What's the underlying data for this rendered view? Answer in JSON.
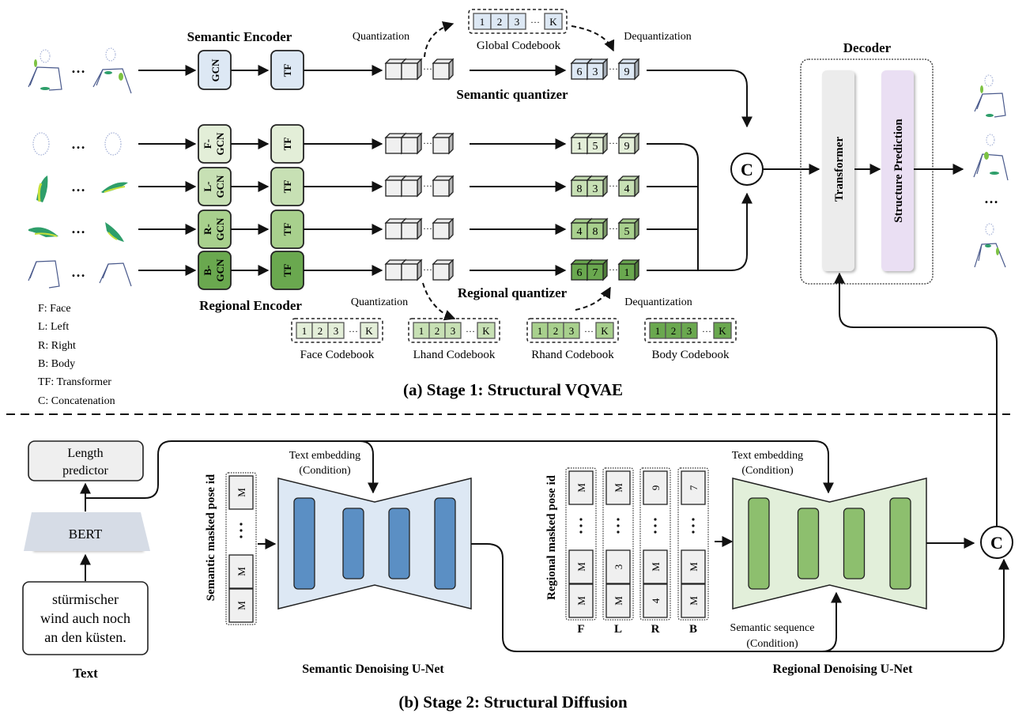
{
  "stage1": {
    "caption": "(a) Stage 1: Structural VQVAE",
    "semantic_encoder": {
      "title": "Semantic Encoder",
      "gcn": "GCN",
      "tf": "TF"
    },
    "regional_encoder": {
      "title": "Regional Encoder",
      "rows": [
        {
          "gcn_a": "F-",
          "gcn_b": "GCN",
          "tf": "TF",
          "color": "#e3eed8"
        },
        {
          "gcn_a": "L-",
          "gcn_b": "GCN",
          "tf": "TF",
          "color": "#c7e0b4"
        },
        {
          "gcn_a": "R-",
          "gcn_b": "GCN",
          "tf": "TF",
          "color": "#a8d08d"
        },
        {
          "gcn_a": "B-",
          "gcn_b": "GCN",
          "tf": "TF",
          "color": "#6aa84f"
        }
      ]
    },
    "semantic_quantizer": {
      "title": "Semantic quantizer",
      "quantization": "Quantization",
      "dequantization": "Dequantization",
      "codebook_label": "Global Codebook",
      "codebook_cells": [
        "1",
        "2",
        "3",
        "K"
      ],
      "output_tokens": [
        "6",
        "3",
        "9"
      ],
      "color": "#dde8f4"
    },
    "regional_quantizer": {
      "title": "Regional quantizer",
      "quantization": "Quantization",
      "dequantization": "Dequantization",
      "output_tokens": [
        [
          "1",
          "5",
          "9"
        ],
        [
          "8",
          "3",
          "4"
        ],
        [
          "4",
          "8",
          "5"
        ],
        [
          "6",
          "7",
          "1"
        ]
      ],
      "codebooks": [
        {
          "label": "Face Codebook",
          "cells": [
            "1",
            "2",
            "3",
            "K"
          ]
        },
        {
          "label": "Lhand Codebook",
          "cells": [
            "1",
            "2",
            "3",
            "K"
          ]
        },
        {
          "label": "Rhand Codebook",
          "cells": [
            "1",
            "2",
            "3",
            "K"
          ]
        },
        {
          "label": "Body Codebook",
          "cells": [
            "1",
            "2",
            "3",
            "K"
          ]
        }
      ]
    },
    "ellipsis": "…",
    "concat_symbol": "C",
    "decoder": {
      "title": "Decoder",
      "transformer": "Transformer",
      "structure_prediction": "Structure Prediction"
    },
    "legend": [
      "F: Face",
      "L: Left",
      "R: Right",
      "B: Body",
      "TF: Transformer",
      "C: Concatenation"
    ]
  },
  "stage2": {
    "caption": "(b) Stage 2: Structural Diffusion",
    "length_predictor": [
      "Length",
      "predictor"
    ],
    "bert": "BERT",
    "text_input": [
      "stürmischer",
      "wind auch noch",
      "an den küsten."
    ],
    "text_label": "Text",
    "semantic_masked_label": "Semantic masked pose id",
    "semantic_tokens": [
      "M",
      "M",
      "M"
    ],
    "text_embedding": [
      "Text embedding",
      "(Condition)"
    ],
    "semantic_unet_label": "Semantic Denoising U-Net",
    "regional_masked_label": "Regional masked pose id",
    "regional_columns": [
      {
        "label": "F",
        "tokens": [
          "M",
          "M",
          "M"
        ]
      },
      {
        "label": "L",
        "tokens": [
          "M",
          "3",
          "M"
        ]
      },
      {
        "label": "R",
        "tokens": [
          "9",
          "M",
          "4"
        ]
      },
      {
        "label": "B",
        "tokens": [
          "7",
          "M",
          "M"
        ]
      }
    ],
    "semantic_sequence": [
      "Semantic sequence",
      "(Condition)"
    ],
    "regional_unet_label": "Regional Denoising U-Net",
    "concat_symbol": "C"
  },
  "colors": {
    "semantic_fill": "#dde8f4",
    "semantic_block": "#5b8fc4",
    "regional_fill": "#e2efda",
    "regional_block": "#8dbf6e",
    "transformer_fill": "#ececec",
    "structure_fill": "#eadff3",
    "bert_fill": "#d6dce6",
    "cube_fill": "#f0f0f0"
  }
}
